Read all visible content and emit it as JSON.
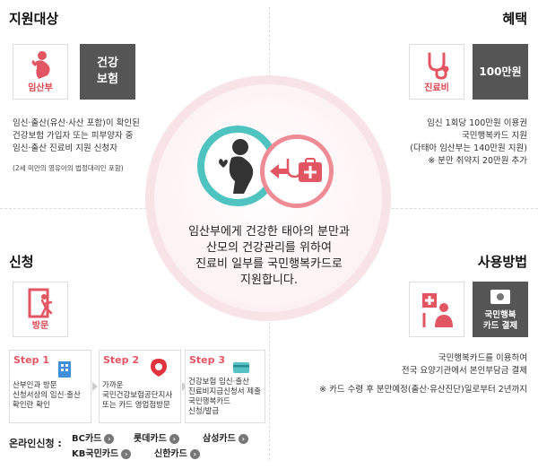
{
  "target": {
    "heading": "지원대상",
    "icon_label": "임산부",
    "insurance_label_1": "건강",
    "insurance_label_2": "보험",
    "desc_lines": [
      "임신·출산(유산·사산 포함)이 확인된",
      "건강보험 가입자 또는 피부양자 중",
      "임신·출산 진료비 지원 신청자"
    ],
    "note": "(2세 미만의 영유아의 법정대리인 포함)"
  },
  "benefit": {
    "heading": "혜택",
    "icon_label": "진료비",
    "amount_label": "100만원",
    "desc_lines": [
      "임신 1회당 100만원 이용권",
      "국민행복카드 지원",
      "(다태아 임산부는 140만원 지원)",
      "※ 분만 취약지 20만원 추가"
    ]
  },
  "center": {
    "lines": [
      "임산부에게 건강한 태아의 분만과",
      "산모의 건강관리를 위하여",
      "진료비 일부를 국민행복카드로",
      "지원합니다."
    ]
  },
  "apply": {
    "heading": "신청",
    "icon_label": "방문",
    "steps": [
      {
        "title": "Step 1",
        "lines": [
          "산부인과 방문",
          "신청서상의 임신·출산",
          "확인란 확인"
        ]
      },
      {
        "title": "Step 2",
        "lines": [
          "가까운",
          "국민건강보험공단지사",
          "또는 카드 영업점방문"
        ]
      },
      {
        "title": "Step 3",
        "lines": [
          "건강보험 임신·출산",
          "진료비지급신청서 제출",
          "국민행복카드",
          "신청/발급"
        ]
      }
    ],
    "online_label": "온라인신청 :",
    "cards": [
      "BC카드",
      "롯데카드",
      "삼성카드",
      "KB국민카드",
      "신한카드"
    ],
    "chevron": "›"
  },
  "usage": {
    "heading": "사용방법",
    "card_label_1": "국민행복",
    "card_label_2": "카드 결제",
    "desc_lines": [
      "국민행복카드를 이용하여",
      "전국 요양기관에서 본인부담금 결제",
      "※ 카드 수령 후 분만예정(출산·유산진단)일로부터 2년까지"
    ]
  },
  "colors": {
    "accent_red": "#d9434e",
    "teal": "#4fc3c0",
    "pink": "#ef8b95",
    "dark_box": "#555555"
  },
  "icons": [
    "pregnant-woman-icon",
    "stethoscope-icon",
    "door-exit-icon",
    "building-icon",
    "location-pin-icon",
    "card-icon",
    "medical-cross-icon",
    "doctor-patient-icon",
    "heart-icon"
  ]
}
